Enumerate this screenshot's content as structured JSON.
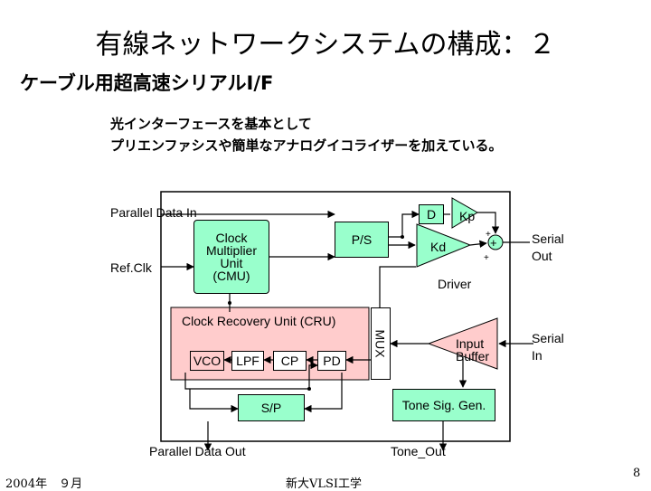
{
  "slide": {
    "title": "有線ネットワークシステムの構成：２",
    "subtitle": "ケーブル用超高速シリアルI/F",
    "description": [
      "光インターフェースを基本として",
      "プリエンファシスや簡単なアナログイコライザーを加えている。"
    ],
    "footer_date": "2004年　９月",
    "footer_org": "新大VLSI工学",
    "page_number": "8"
  },
  "diagram": {
    "inputs": {
      "parallel_data_in": "Parallel Data In",
      "ref_clk": "Ref.Clk",
      "serial_in_line1": "Serial",
      "serial_in_line2": "In"
    },
    "outputs": {
      "serial_out_line1": "Serial",
      "serial_out_line2": "Out",
      "parallel_data_out": "Parallel Data Out",
      "tone_out": "Tone_Out"
    },
    "blocks": {
      "cmu_lines": [
        "Clock",
        "Multiplier",
        "Unit",
        "(CMU)"
      ],
      "ps": "P/S",
      "d": "D",
      "kp": "Kp",
      "kd": "Kd",
      "sum": "+",
      "sum_plus_top": "+",
      "sum_plus_bottom": "+",
      "driver": "Driver",
      "cru": "Clock Recovery Unit (CRU)",
      "vco": "VCO",
      "lpf": "LPF",
      "cp": "CP",
      "pd": "PD",
      "mux": "MUX",
      "input_buffer_line1": "Input",
      "input_buffer_line2": "Buffer",
      "sp": "S/P",
      "tone_gen": "Tone Sig. Gen."
    },
    "colors": {
      "block_fill": "#99ffcc",
      "cru_fill": "#ffcccc",
      "pink_fill": "#ff9999"
    }
  }
}
